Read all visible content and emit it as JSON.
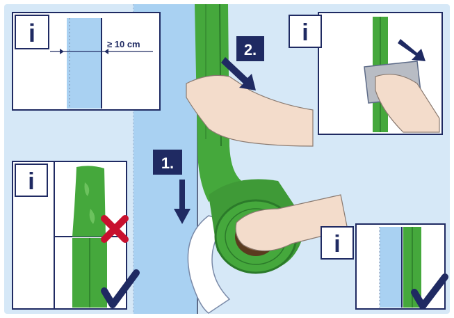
{
  "info_glyph": "i",
  "steps": {
    "step1": "1.",
    "step2": "2."
  },
  "measure_label": "≥ 10 cm",
  "icons": [
    "info-icon",
    "arrow-icon",
    "check-icon",
    "cross-icon",
    "hand-icon",
    "tape-roll-icon",
    "squeegee-icon"
  ],
  "colors": {
    "background": "#d6e8f7",
    "wall_strip": "#a9d1f2",
    "tape_green": "#45a83c",
    "tape_dark": "#2b7a2a",
    "navy": "#1f2a62",
    "cross_red": "#c8102e",
    "skin": "#f3dccb"
  }
}
